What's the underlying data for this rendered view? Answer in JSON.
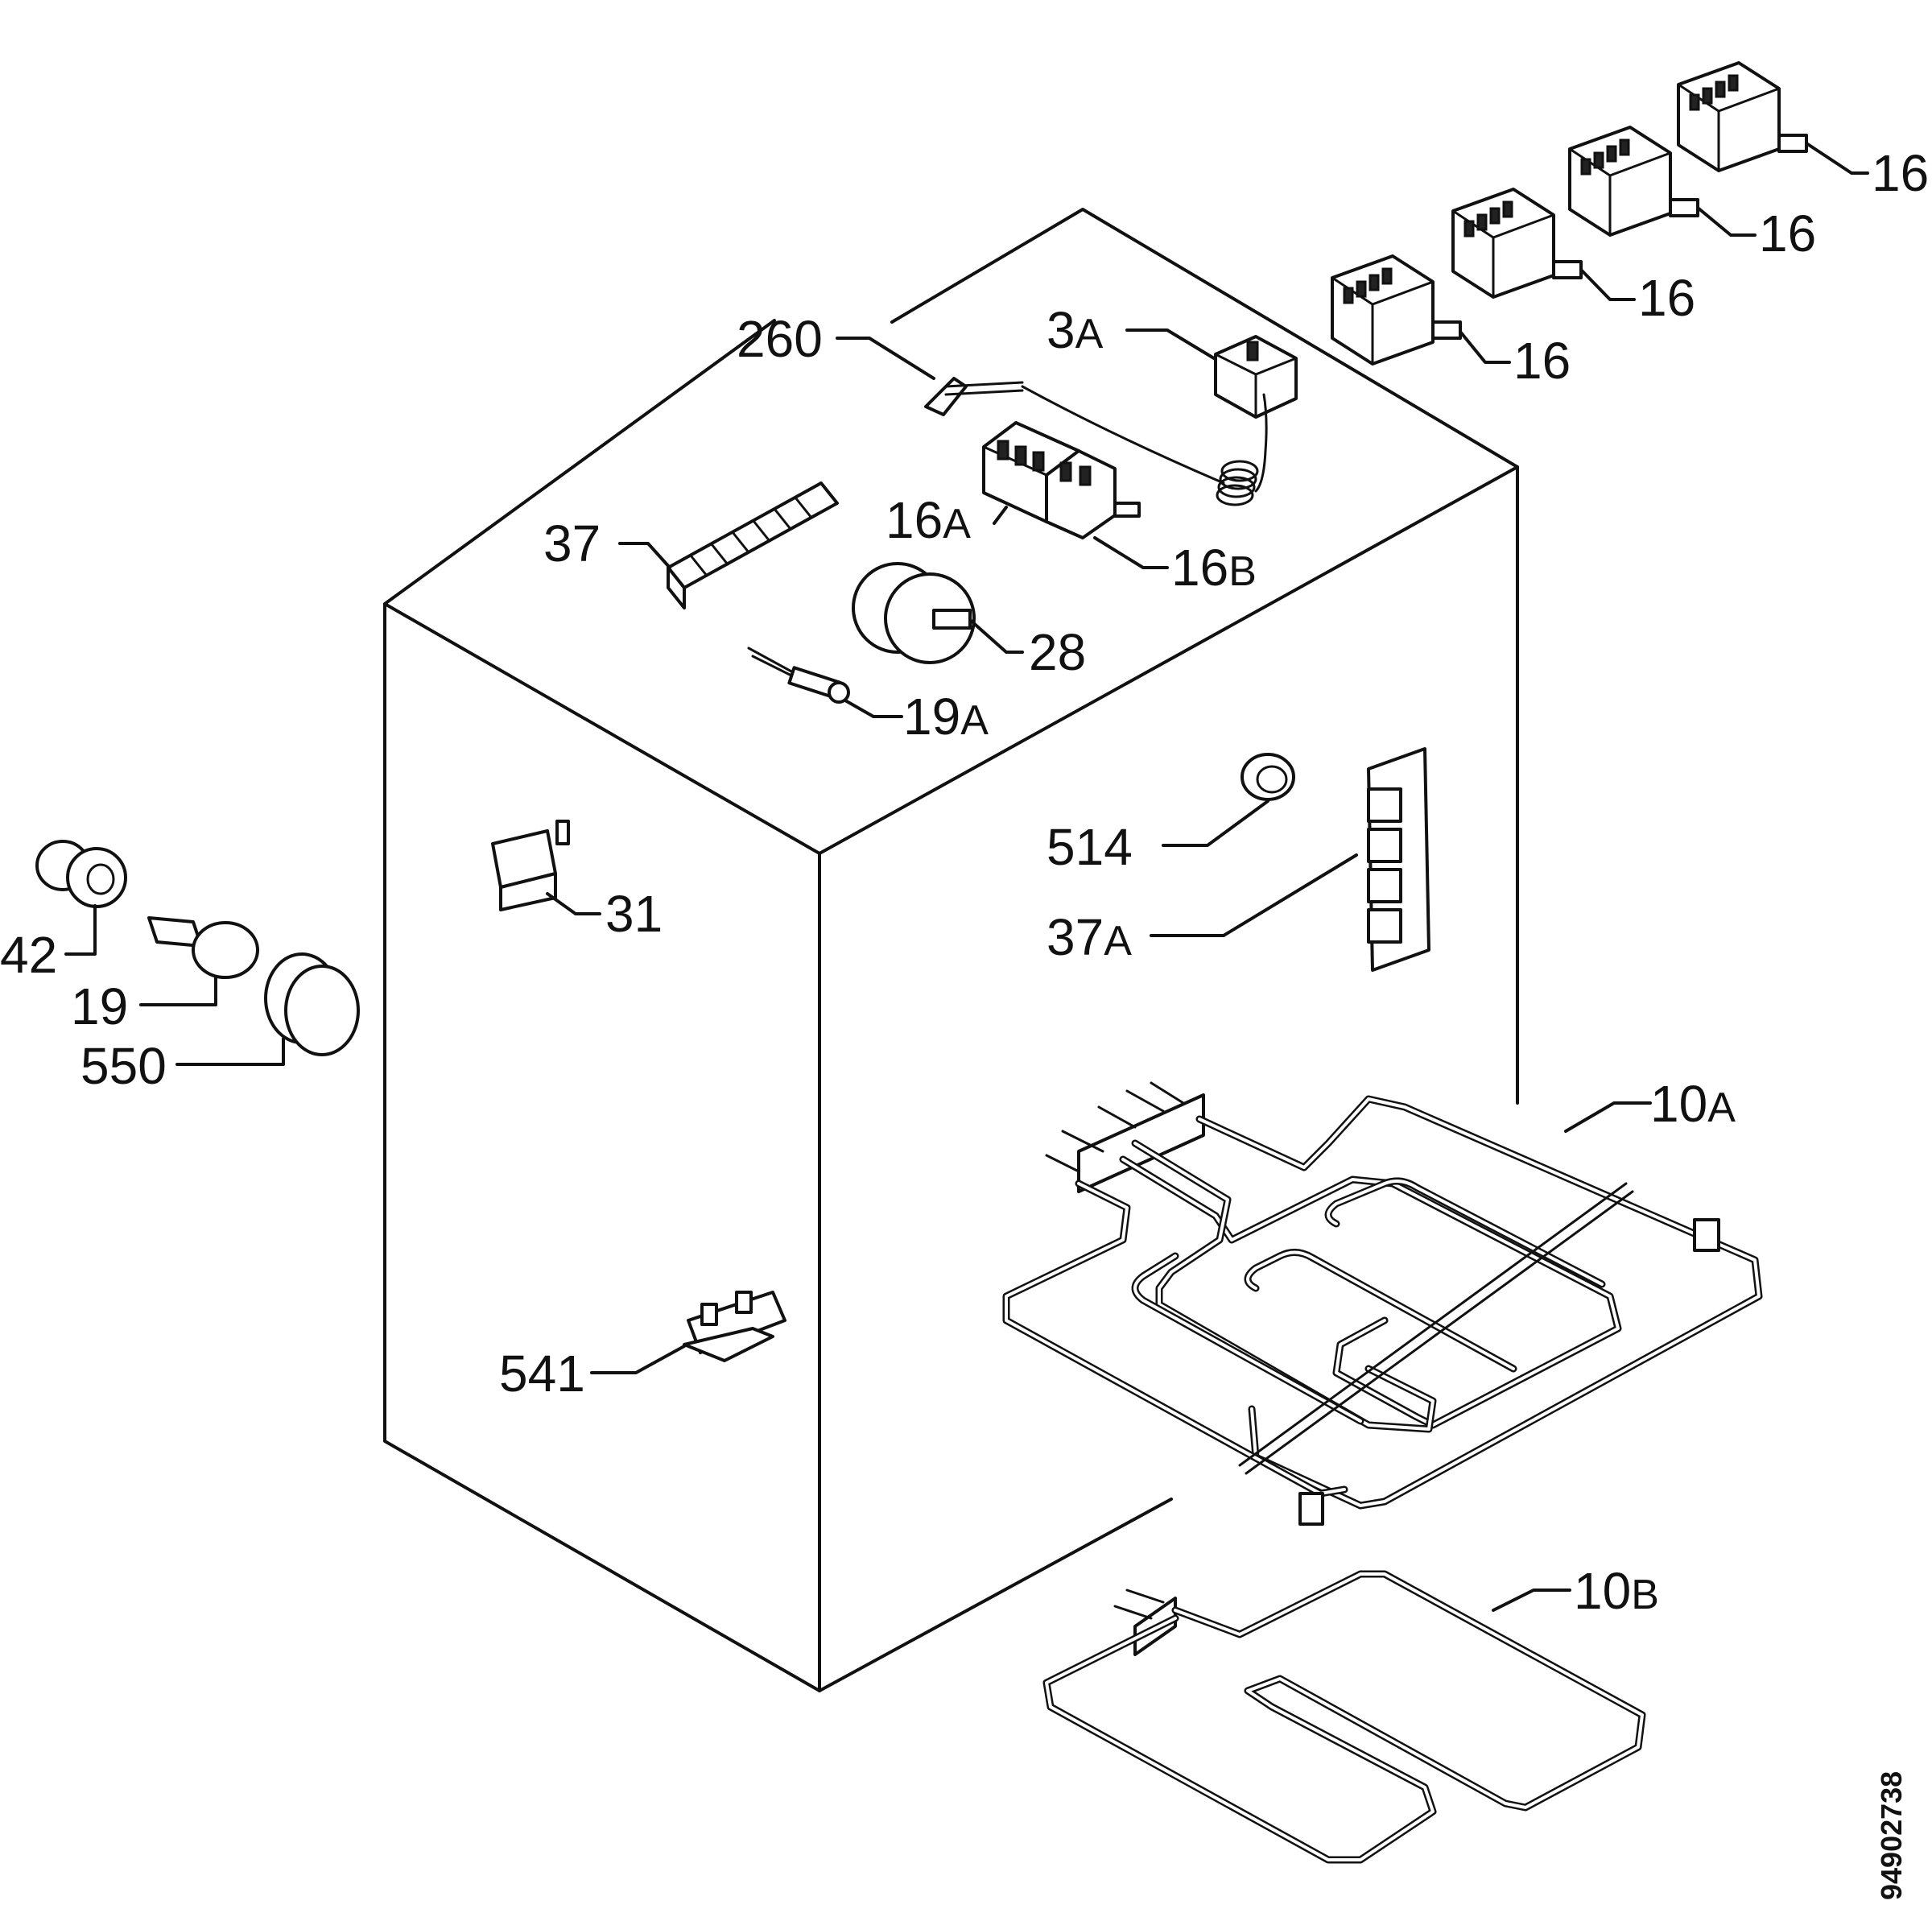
{
  "callouts": {
    "c16_1": "16",
    "c16_2": "16",
    "c16_3": "16",
    "c16_4": "16",
    "c3A": "3",
    "c3A_suffix": "A",
    "c260": "260",
    "c16A": "16",
    "c16A_suffix": "A",
    "c16B": "16",
    "c16B_suffix": "B",
    "c37": "37",
    "c28": "28",
    "c19A": "19",
    "c19A_suffix": "A",
    "c514": "514",
    "c37A": "37",
    "c37A_suffix": "A",
    "c31": "31",
    "c42": "42",
    "c19": "19",
    "c550": "550",
    "c10A": "10",
    "c10A_suffix": "A",
    "c541": "541",
    "c10B": "10",
    "c10B_suffix": "B"
  },
  "document_number": "94902738"
}
